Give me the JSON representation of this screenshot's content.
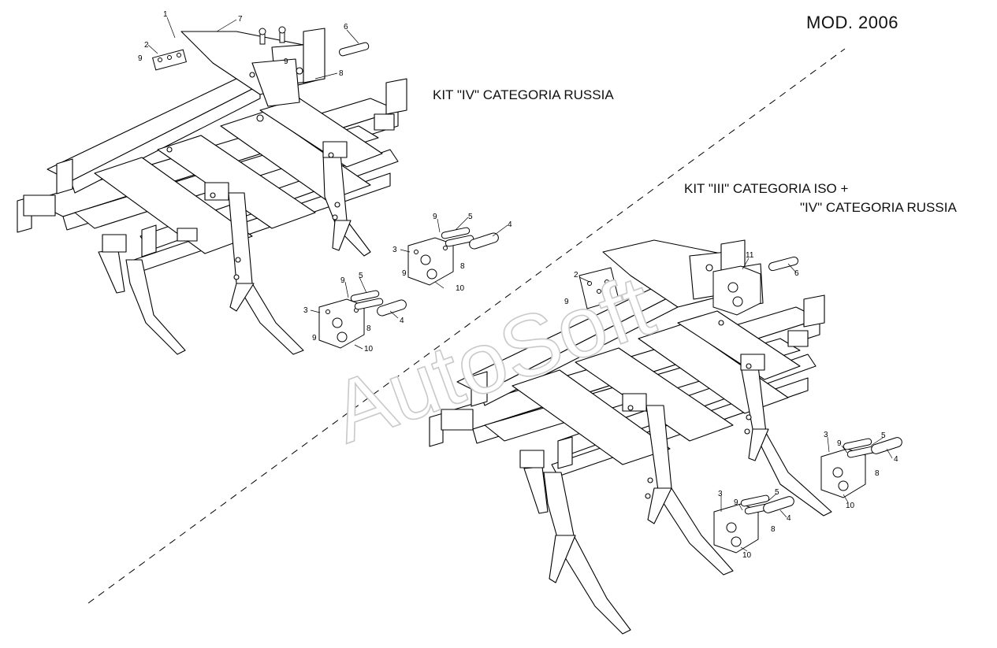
{
  "header": {
    "model": "MOD. 2006"
  },
  "kits": {
    "kit_iv": "KIT \"IV\" CATEGORIA RUSSIA",
    "kit_iii_line1": "KIT \"III\" CATEGORIA ISO +",
    "kit_iii_line2": "\"IV\" CATEGORIA RUSSIA"
  },
  "watermark": "AutoSoft",
  "callouts": {
    "top": [
      "1",
      "2",
      "7",
      "9",
      "6",
      "9",
      "8"
    ],
    "mid_upper": [
      "9",
      "5",
      "4",
      "3",
      "8",
      "9",
      "10"
    ],
    "mid_lower": [
      "9",
      "5",
      "3",
      "8",
      "9",
      "4",
      "10"
    ],
    "right_top": [
      "11",
      "2",
      "9",
      "6"
    ],
    "right_lower_a": [
      "3",
      "9",
      "5",
      "4",
      "8",
      "10"
    ],
    "right_lower_b": [
      "3",
      "9",
      "5",
      "4",
      "8",
      "10"
    ]
  },
  "colors": {
    "line": "#000000",
    "watermark_stroke": "#c9c9c9",
    "background": "#ffffff"
  }
}
